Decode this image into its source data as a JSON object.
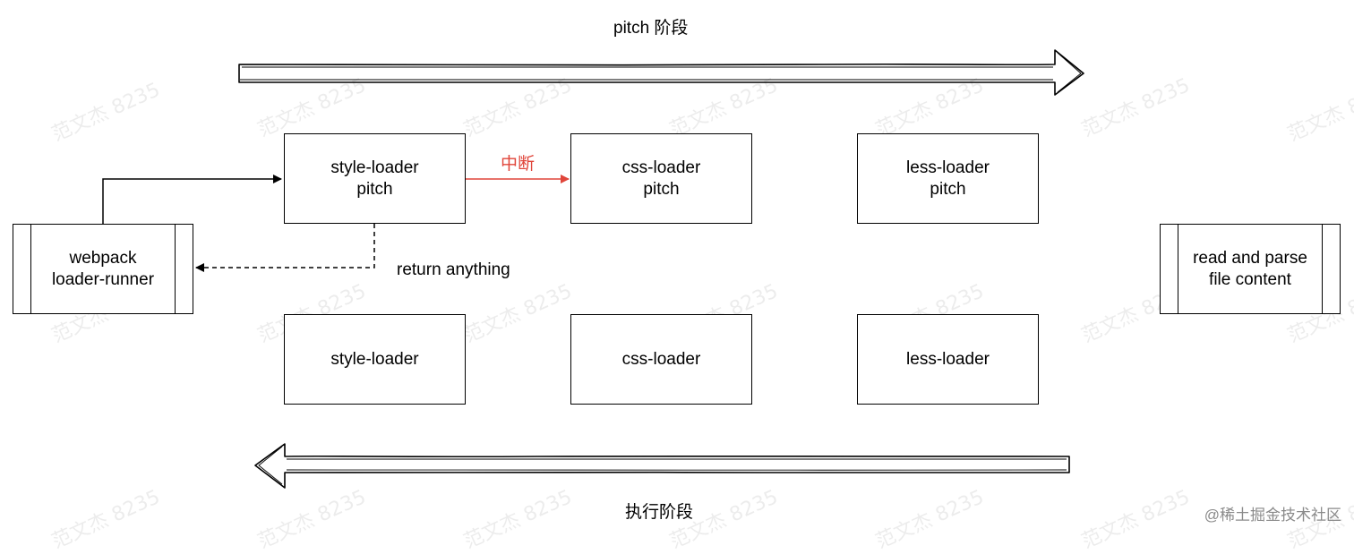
{
  "header": {
    "title": "pitch 阶段"
  },
  "footer": {
    "title": "执行阶段"
  },
  "nodes": {
    "runner": {
      "line1": "webpack",
      "line2": "loader-runner"
    },
    "parse": {
      "line1": "read and parse",
      "line2": "file content"
    },
    "pitch": [
      {
        "line1": "style-loader",
        "line2": "pitch"
      },
      {
        "line1": "css-loader",
        "line2": "pitch"
      },
      {
        "line1": "less-loader",
        "line2": "pitch"
      }
    ],
    "exec": [
      {
        "label": "style-loader"
      },
      {
        "label": "css-loader"
      },
      {
        "label": "less-loader"
      }
    ]
  },
  "edges": {
    "interrupt_label": "中断",
    "return_label": "return anything"
  },
  "watermark": "范文杰 8235",
  "credit": "@稀土掘金技术社区",
  "colors": {
    "accent_red": "#e0453a",
    "stroke": "#000000"
  }
}
